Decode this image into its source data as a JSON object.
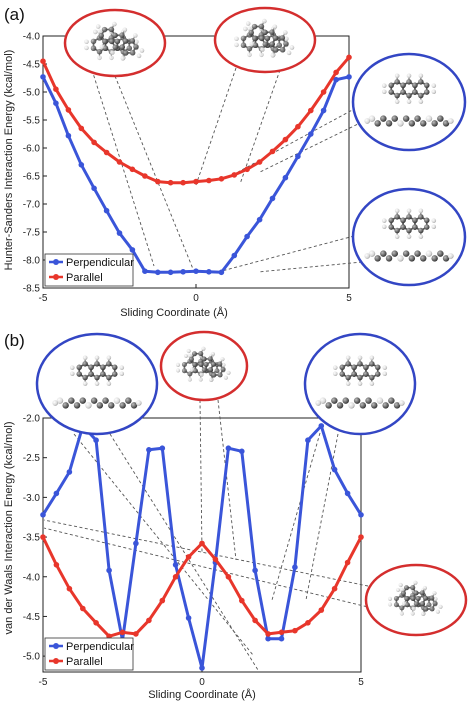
{
  "colors": {
    "perpendicular": "#3a55d9",
    "parallel": "#e8362b",
    "inset_red": "#d42e2e",
    "inset_blue": "#3346c4",
    "leader": "#555555"
  },
  "chart_data": [
    {
      "type": "line",
      "panel_label": "(a)",
      "xlabel": "Sliding Coordinate (Å)",
      "ylabel": "Hunter-Sanders Interaction Energy (kcal/mol)",
      "xlim": [
        -5,
        5
      ],
      "ylim": [
        -8.5,
        -4.0
      ],
      "x_ticks": [
        "-5",
        "0",
        "5"
      ],
      "y_ticks": [
        "-4.0",
        "-4.5",
        "-5.0",
        "-5.5",
        "-6.0",
        "-6.5",
        "-7.0",
        "-7.5",
        "-8.0",
        "-8.5"
      ],
      "legend_position": "lower-left",
      "grid": false,
      "x": [
        -5,
        -4.58,
        -4.17,
        -3.75,
        -3.33,
        -2.92,
        -2.5,
        -2.08,
        -1.67,
        -1.25,
        -0.83,
        -0.42,
        0,
        0.42,
        0.83,
        1.25,
        1.67,
        2.08,
        2.5,
        2.92,
        3.33,
        3.75,
        4.17,
        4.58,
        5
      ],
      "series": [
        {
          "name": "Perpendicular",
          "color_key": "perpendicular",
          "values": [
            -4.73,
            -5.2,
            -5.78,
            -6.3,
            -6.72,
            -7.12,
            -7.52,
            -7.82,
            -8.2,
            -8.22,
            -8.22,
            -8.21,
            -8.2,
            -8.21,
            -8.22,
            -7.92,
            -7.58,
            -7.28,
            -6.9,
            -6.53,
            -6.15,
            -5.75,
            -5.33,
            -4.78,
            -4.73
          ]
        },
        {
          "name": "Parallel",
          "color_key": "parallel",
          "values": [
            -4.45,
            -4.95,
            -5.32,
            -5.65,
            -5.9,
            -6.08,
            -6.25,
            -6.38,
            -6.5,
            -6.6,
            -6.62,
            -6.62,
            -6.6,
            -6.58,
            -6.55,
            -6.48,
            -6.38,
            -6.25,
            -6.06,
            -5.85,
            -5.62,
            -5.33,
            -5.0,
            -4.65,
            -4.38
          ]
        }
      ]
    },
    {
      "type": "line",
      "panel_label": "(b)",
      "xlabel": "Sliding Coordinate (Å)",
      "ylabel": "van der Waals Interaction Energy (kcal/mol)",
      "xlim": [
        -5,
        5
      ],
      "ylim": [
        -5.2,
        -2.0
      ],
      "x_ticks": [
        "-5",
        "0",
        "5"
      ],
      "y_ticks": [
        "-2.0",
        "-2.5",
        "-3.0",
        "-3.5",
        "-4.0",
        "-4.5",
        "-5.0"
      ],
      "legend_position": "lower-left",
      "grid": false,
      "x": [
        -5,
        -4.58,
        -4.17,
        -3.75,
        -3.33,
        -2.92,
        -2.5,
        -2.08,
        -1.67,
        -1.25,
        -0.83,
        -0.42,
        0,
        0.42,
        0.83,
        1.25,
        1.67,
        2.08,
        2.5,
        2.92,
        3.33,
        3.75,
        4.17,
        4.58,
        5
      ],
      "series": [
        {
          "name": "Perpendicular",
          "color_key": "perpendicular",
          "values": [
            -3.22,
            -2.95,
            -2.68,
            -2.1,
            -2.28,
            -3.92,
            -4.8,
            -3.58,
            -2.4,
            -2.38,
            -3.85,
            -4.52,
            -5.15,
            -3.82,
            -2.38,
            -2.42,
            -3.92,
            -4.78,
            -4.78,
            -3.88,
            -2.28,
            -2.1,
            -2.65,
            -2.95,
            -3.22
          ]
        },
        {
          "name": "Parallel",
          "color_key": "parallel",
          "values": [
            -3.5,
            -3.85,
            -4.15,
            -4.4,
            -4.58,
            -4.75,
            -4.7,
            -4.72,
            -4.55,
            -4.3,
            -4.0,
            -3.75,
            -3.58,
            -3.78,
            -4.0,
            -4.3,
            -4.55,
            -4.72,
            -4.7,
            -4.68,
            -4.58,
            -4.42,
            -4.15,
            -3.82,
            -3.5
          ]
        }
      ]
    }
  ]
}
